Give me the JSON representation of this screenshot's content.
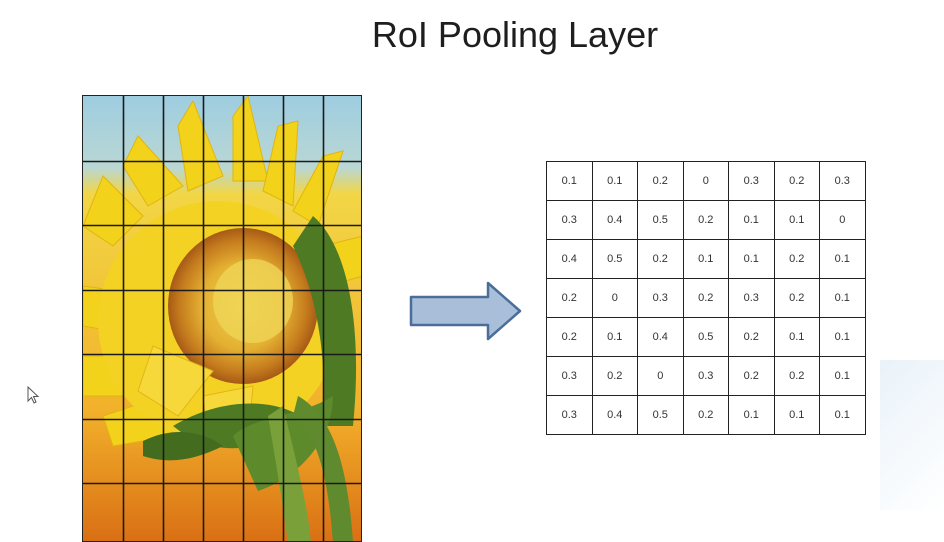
{
  "title": "RoI Pooling Layer",
  "image_grid": {
    "rows": 7,
    "cols": 7
  },
  "colors": {
    "sky": "#9ecde0",
    "petal": "#f3d21c",
    "petal_dark": "#e6b80c",
    "disc": "#c97a19",
    "leaf": "#4f7a24",
    "stem": "#7aa03a",
    "ground_top": "#f2b12b",
    "ground_bottom": "#d96f14",
    "arrow_fill": "#a9bfd9",
    "arrow_stroke": "#4a6d99",
    "grid_line": "#1a1a1a"
  },
  "matrix": [
    [
      "0.1",
      "0.1",
      "0.2",
      "0",
      "0.3",
      "0.2",
      "0.3"
    ],
    [
      "0.3",
      "0.4",
      "0.5",
      "0.2",
      "0.1",
      "0.1",
      "0"
    ],
    [
      "0.4",
      "0.5",
      "0.2",
      "0.1",
      "0.1",
      "0.2",
      "0.1"
    ],
    [
      "0.2",
      "0",
      "0.3",
      "0.2",
      "0.3",
      "0.2",
      "0.1"
    ],
    [
      "0.2",
      "0.1",
      "0.4",
      "0.5",
      "0.2",
      "0.1",
      "0.1"
    ],
    [
      "0.3",
      "0.2",
      "0",
      "0.3",
      "0.2",
      "0.2",
      "0.1"
    ],
    [
      "0.3",
      "0.4",
      "0.5",
      "0.2",
      "0.1",
      "0.1",
      "0.1"
    ]
  ]
}
